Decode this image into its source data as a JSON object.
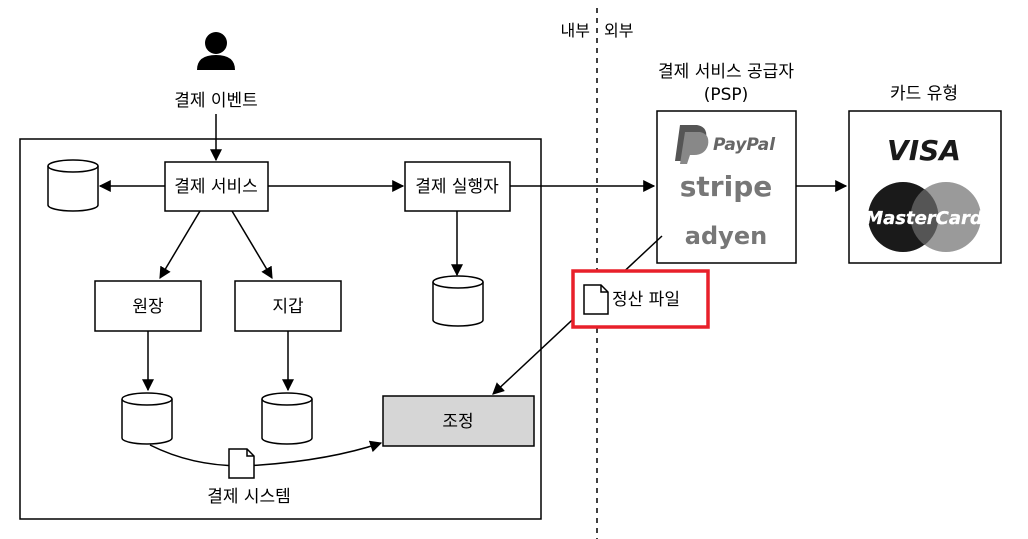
{
  "boundary": {
    "inside": "내부",
    "outside": "외부"
  },
  "actor": {
    "label": "결제 이벤트"
  },
  "payment_system": {
    "label": "결제 시스템",
    "payment_service": "결제 서비스",
    "payment_executor": "결제 실행자",
    "ledger": "원장",
    "wallet": "지갑",
    "reconciliation": "조정"
  },
  "psp": {
    "title_line1": "결제 서비스 공급자",
    "title_line2": "(PSP)",
    "logos": [
      "PayPal",
      "stripe",
      "adyen"
    ]
  },
  "card": {
    "title": "카드 유형",
    "logos": [
      "VISA",
      "MasterCard"
    ]
  },
  "settlement": {
    "label": "정산 파일"
  },
  "colors": {
    "highlight": "#e8202a",
    "reconcile_fill": "#d6d6d6",
    "mastercard_red": "#eb001b",
    "mastercard_yellow": "#f79e1b"
  },
  "icons": [
    "person-icon",
    "database-icon",
    "document-icon"
  ]
}
